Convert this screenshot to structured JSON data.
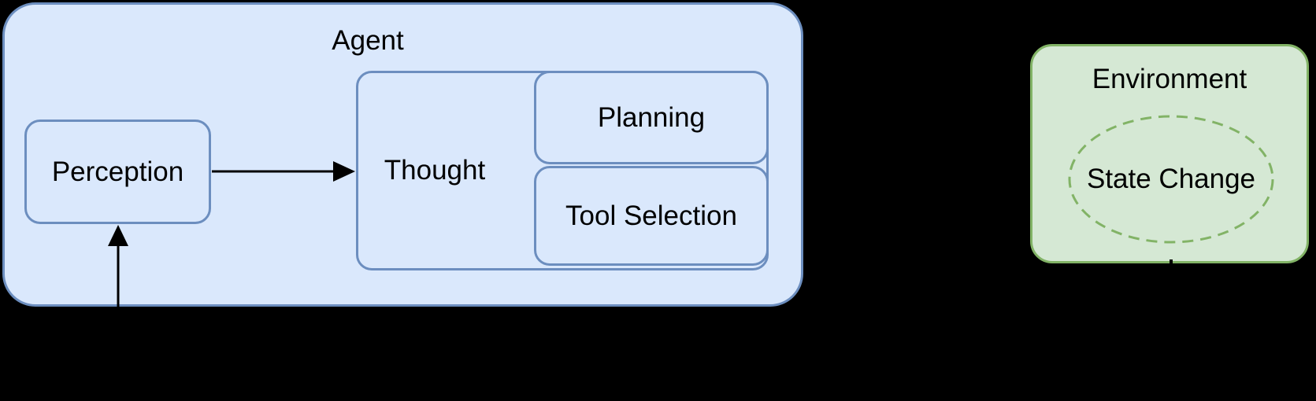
{
  "canvas": {
    "background": "#000000",
    "text_color": "#000000"
  },
  "nodes": {
    "agent": {
      "label": "Agent",
      "fill": "#dae8fc",
      "stroke": "#6c8ebf"
    },
    "perception": {
      "label": "Perception",
      "fill": "#dae8fc",
      "stroke": "#6c8ebf"
    },
    "thought": {
      "label": "Thought",
      "fill": "#dae8fc",
      "stroke": "#6c8ebf"
    },
    "planning": {
      "label": "Planning",
      "fill": "#dae8fc",
      "stroke": "#6c8ebf"
    },
    "tool_selection": {
      "label": "Tool Selection",
      "fill": "#dae8fc",
      "stroke": "#6c8ebf"
    },
    "environment": {
      "label": "Environment",
      "fill": "#d5e8d4",
      "stroke": "#82b366"
    },
    "state_change": {
      "label": "State Change",
      "stroke": "#82b366"
    }
  },
  "connectors": {
    "color": "#000000"
  }
}
